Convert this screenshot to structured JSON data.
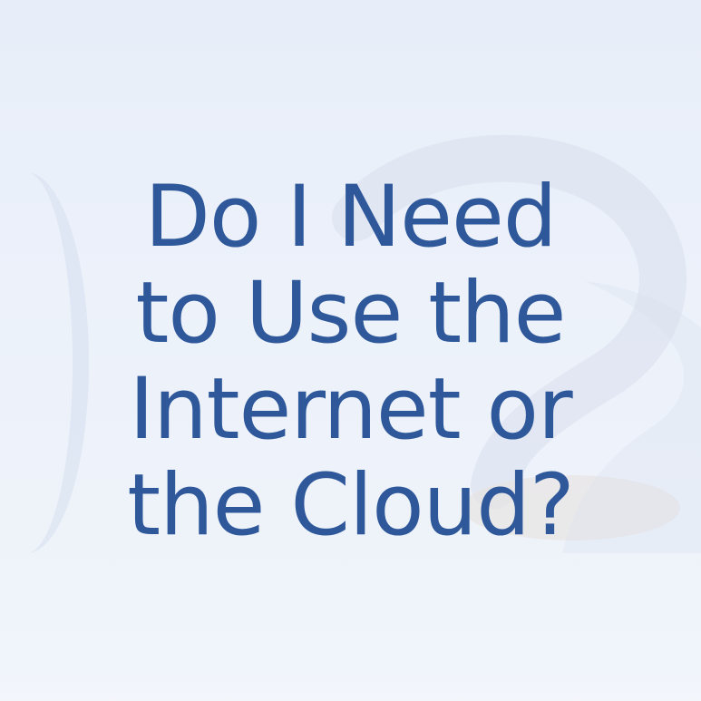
{
  "headline": {
    "lines": [
      "Do I Need",
      "to Use the",
      "Internet or",
      "the Cloud?"
    ]
  },
  "colors": {
    "background_top": "#e8eef9",
    "background_bottom": "#f0f4fb",
    "headline": "#2f589b",
    "decorative_shape": "#dfe5f1",
    "decorative_warm_shape": "#e7e0dc"
  }
}
